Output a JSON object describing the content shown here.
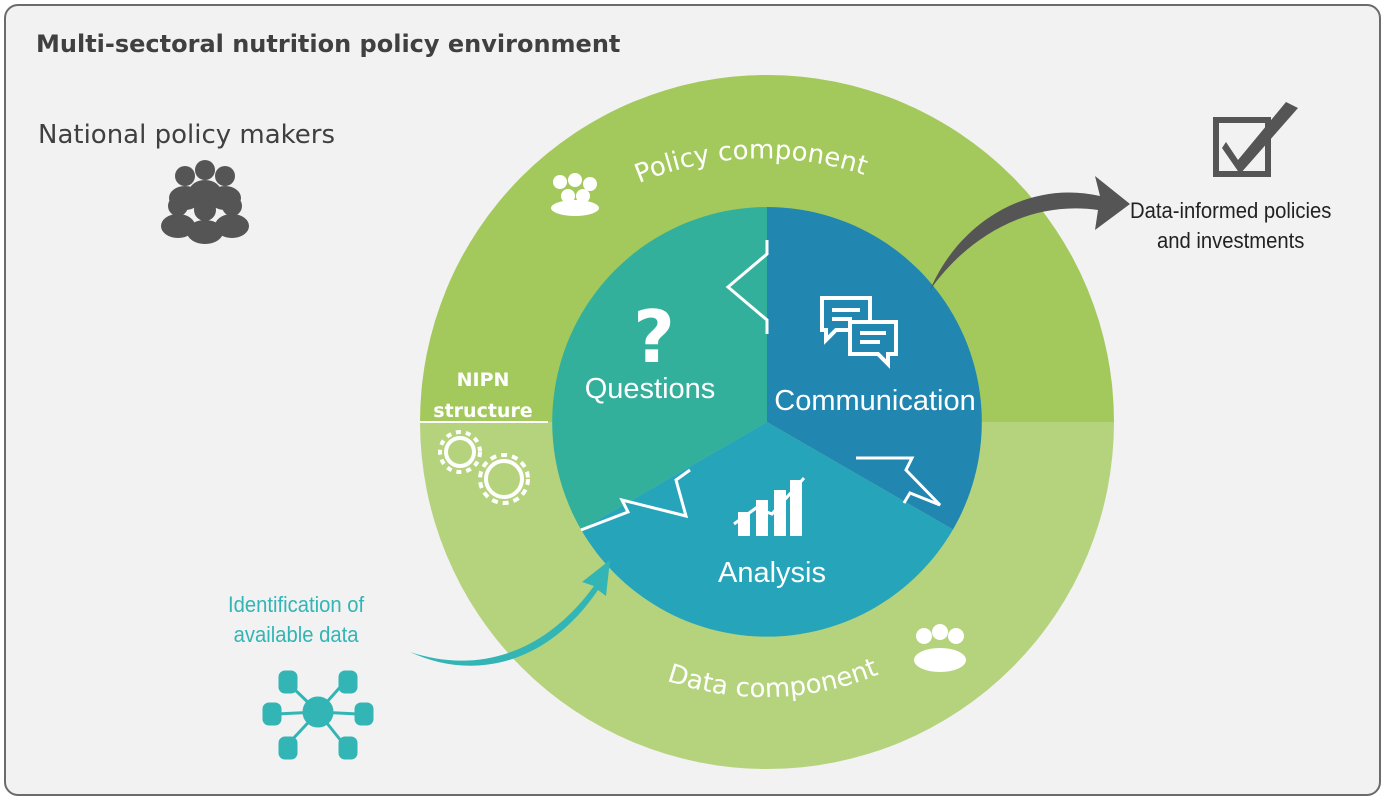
{
  "title": "Multi-sectoral nutrition policy environment",
  "actors": {
    "label": "National policy makers",
    "icon": "people-group-icon"
  },
  "outer_ring": {
    "policy_component": "Policy component",
    "data_component": "Data component",
    "nipn_structure": [
      "NIPN",
      "structure"
    ]
  },
  "inner_cycle": {
    "questions": "Questions",
    "communication": "Communication",
    "analysis": "Analysis"
  },
  "output": {
    "lines": [
      "Data-informed policies",
      "and investments"
    ],
    "icon": "checkbox-check-icon"
  },
  "input": {
    "lines": [
      "Identification of",
      "available data"
    ],
    "icon": "database-network-icon"
  },
  "colors": {
    "policy_ring": "#a3c95c",
    "data_ring": "#b5d37d",
    "questions": "#33b09c",
    "communication": "#2186b0",
    "analysis": "#26a5ba",
    "accent_teal": "#33b5b5",
    "dark_gray": "#555555"
  }
}
